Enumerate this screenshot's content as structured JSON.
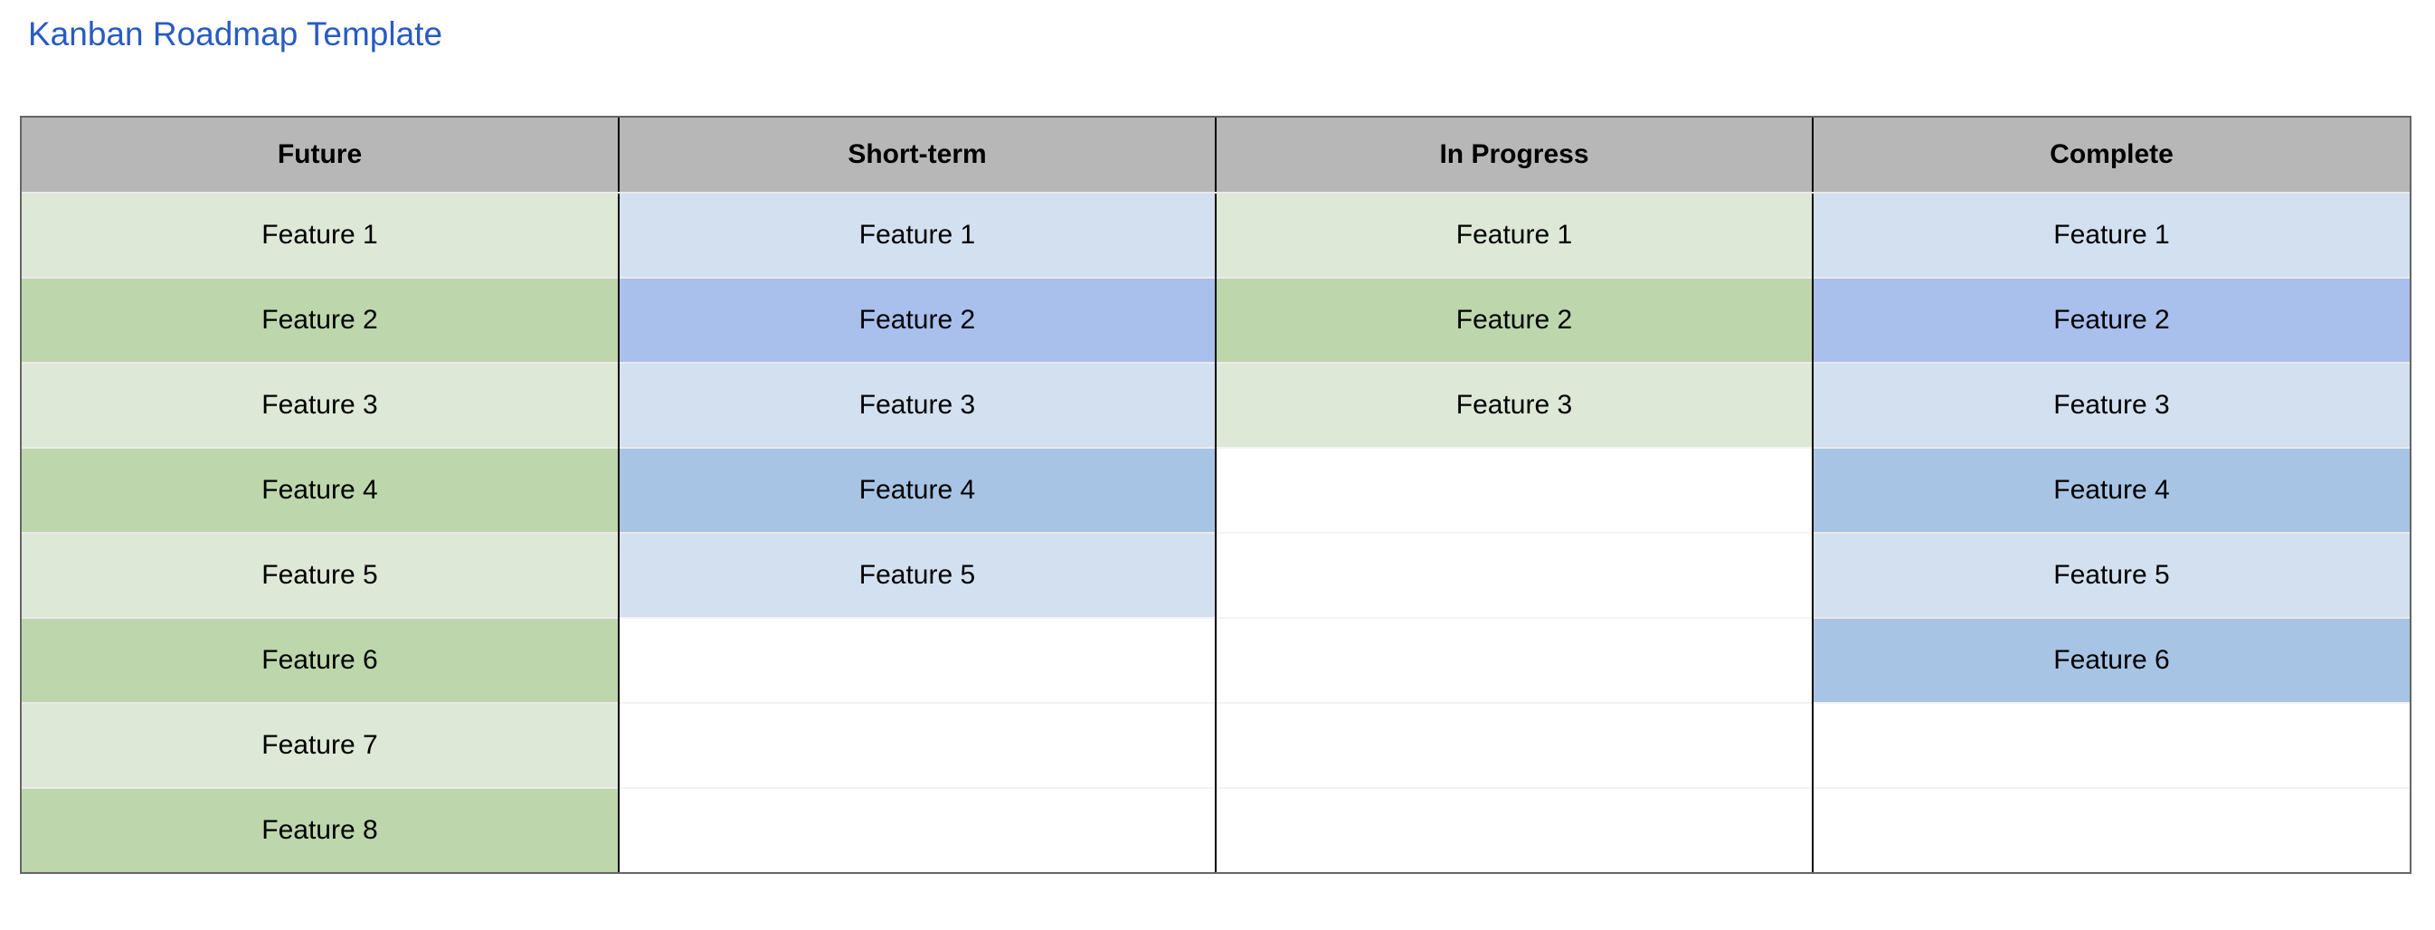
{
  "title": "Kanban Roadmap Template",
  "colors": {
    "title": "#285BC1",
    "header_bg": "#B7B7B7",
    "green_light": "#DDE8D6",
    "green": "#BDD6AC",
    "blue_light": "#D3E0F0",
    "blue_periwinkle": "#A9BFEC",
    "blue_steel": "#A8C4E4",
    "empty": "#FFFFFF"
  },
  "board": {
    "columns": [
      {
        "header": "Future",
        "cards": [
          {
            "label": "Feature 1",
            "color": "#DDE8D6"
          },
          {
            "label": "Feature 2",
            "color": "#BDD6AC"
          },
          {
            "label": "Feature 3",
            "color": "#DDE8D6"
          },
          {
            "label": "Feature 4",
            "color": "#BDD6AC"
          },
          {
            "label": "Feature 5",
            "color": "#DDE8D6"
          },
          {
            "label": "Feature 6",
            "color": "#BDD6AC"
          },
          {
            "label": "Feature 7",
            "color": "#DDE8D6"
          },
          {
            "label": "Feature 8",
            "color": "#BDD6AC"
          }
        ]
      },
      {
        "header": "Short-term",
        "cards": [
          {
            "label": "Feature 1",
            "color": "#D3E0F0"
          },
          {
            "label": "Feature 2",
            "color": "#A9BFEC"
          },
          {
            "label": "Feature 3",
            "color": "#D3E0F0"
          },
          {
            "label": "Feature 4",
            "color": "#A8C4E4"
          },
          {
            "label": "Feature 5",
            "color": "#D3E0F0"
          }
        ]
      },
      {
        "header": "In Progress",
        "cards": [
          {
            "label": "Feature 1",
            "color": "#DDE8D6"
          },
          {
            "label": "Feature 2",
            "color": "#BDD6AC"
          },
          {
            "label": "Feature 3",
            "color": "#DDE8D6"
          }
        ]
      },
      {
        "header": "Complete",
        "cards": [
          {
            "label": "Feature 1",
            "color": "#D3E0F0"
          },
          {
            "label": "Feature 2",
            "color": "#A9BFEC"
          },
          {
            "label": "Feature 3",
            "color": "#D3E0F0"
          },
          {
            "label": "Feature 4",
            "color": "#A8C4E4"
          },
          {
            "label": "Feature 5",
            "color": "#D3E0F0"
          },
          {
            "label": "Feature 6",
            "color": "#A8C4E4"
          }
        ]
      }
    ],
    "row_count": 8
  }
}
